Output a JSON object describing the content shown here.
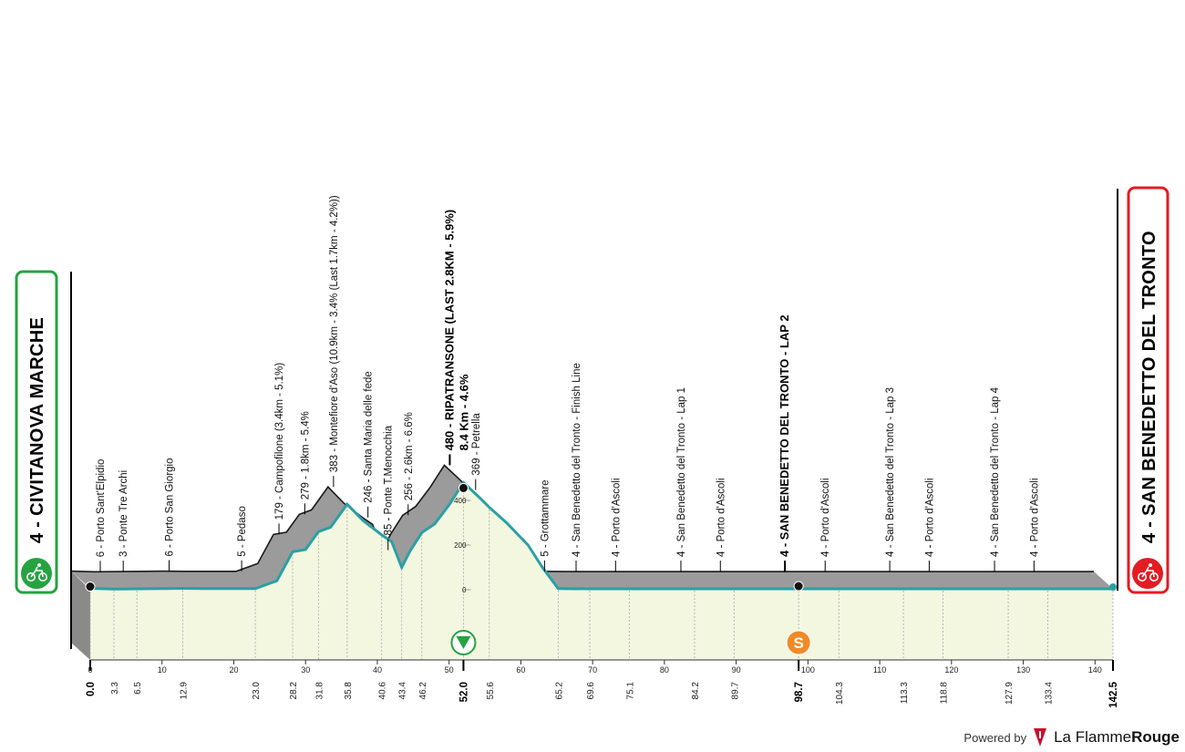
{
  "start": {
    "label": "4 - CIVITANOVA MARCHE",
    "color": "#26a241"
  },
  "finish": {
    "label": "4 - SAN BENEDETTO DEL TRONTO",
    "color": "#e31b23"
  },
  "footer": {
    "powered_by": "Powered by",
    "brand_light": "La Flamme",
    "brand_bold": "Rouge"
  },
  "chart_data": {
    "type": "area",
    "xlim": [
      0,
      142.5
    ],
    "x_ticks": [
      0,
      10,
      20,
      30,
      40,
      50,
      60,
      70,
      80,
      90,
      100,
      110,
      120,
      130,
      140
    ],
    "altitude_ticks": [
      0,
      200,
      400
    ],
    "ylim": [
      -60,
      560
    ],
    "colors": {
      "profile_fill": "#f3f7e0",
      "profile_line": "#2aa0a4",
      "side_fill": "#9b9b9b",
      "sprint": "#f08a28",
      "kom": "#26a241"
    },
    "profile": [
      [
        0,
        6
      ],
      [
        3.3,
        3
      ],
      [
        6.5,
        4
      ],
      [
        10,
        5
      ],
      [
        12.9,
        6
      ],
      [
        16,
        5
      ],
      [
        20,
        5
      ],
      [
        23,
        5
      ],
      [
        26,
        40
      ],
      [
        28.2,
        170
      ],
      [
        30,
        180
      ],
      [
        31.8,
        260
      ],
      [
        33.5,
        280
      ],
      [
        35.8,
        383
      ],
      [
        38,
        310
      ],
      [
        40.6,
        246
      ],
      [
        42,
        215
      ],
      [
        43.4,
        100
      ],
      [
        44.5,
        170
      ],
      [
        46.2,
        256
      ],
      [
        48,
        295
      ],
      [
        50,
        380
      ],
      [
        52,
        480
      ],
      [
        54,
        420
      ],
      [
        55.6,
        369
      ],
      [
        58,
        300
      ],
      [
        61,
        200
      ],
      [
        63,
        100
      ],
      [
        65.2,
        5
      ],
      [
        69.6,
        4
      ],
      [
        75.1,
        4
      ],
      [
        80,
        4
      ],
      [
        84.2,
        4
      ],
      [
        89.7,
        4
      ],
      [
        95,
        4
      ],
      [
        98.7,
        4
      ],
      [
        104.3,
        4
      ],
      [
        110,
        4
      ],
      [
        113.3,
        4
      ],
      [
        118.8,
        4
      ],
      [
        124,
        4
      ],
      [
        127.9,
        4
      ],
      [
        133.4,
        4
      ],
      [
        138,
        4
      ],
      [
        142.5,
        4
      ]
    ],
    "km_labels": [
      "0.0",
      "3.3",
      "6.5",
      "12.9",
      "23.0",
      "28.2",
      "31.8",
      "35.8",
      "40.6",
      "43.4",
      "46.2",
      "52.0",
      "55.6",
      "65.2",
      "69.6",
      "75.1",
      "84.2",
      "89.7",
      "98.7",
      "104.3",
      "113.3",
      "118.8",
      "127.9",
      "133.4",
      "142.5"
    ],
    "points": [
      {
        "km": 3.3,
        "label": "6 - Porto Sant'Elpidio"
      },
      {
        "km": 6.5,
        "label": "3 - Ponte Tre Archi"
      },
      {
        "km": 12.9,
        "label": "6 - Porto San Giorgio"
      },
      {
        "km": 23.0,
        "label": "5 - Pedaso"
      },
      {
        "km": 28.2,
        "label": "179 - Campofilone (3.4km - 5.1%)"
      },
      {
        "km": 31.8,
        "label": "279 - 1.8km - 5.4%"
      },
      {
        "km": 35.8,
        "label": "383 - Montefiore d'Aso (10.9km - 3.4% (Last 1.7km - 4.2%))"
      },
      {
        "km": 40.6,
        "label": "246 - Santa Maria delle fede"
      },
      {
        "km": 43.4,
        "label": "85 - Ponte T.Menocchia"
      },
      {
        "km": 46.2,
        "label": "256 - 2.6km - 6.6%"
      },
      {
        "km": 52.0,
        "label": "480 - RIPATRANSONE (LAST 2.8KM - 5.9%)",
        "bold": true,
        "extra": "8.4 Km - 4.6%"
      },
      {
        "km": 55.6,
        "label": "369 - Petrella"
      },
      {
        "km": 65.2,
        "label": "5 - Grottammare"
      },
      {
        "km": 69.6,
        "label": "4 - San Benedetto del Tronto - Finish Line"
      },
      {
        "km": 75.1,
        "label": "4 - Porto d'Ascoli"
      },
      {
        "km": 84.2,
        "label": "4 - San Benedetto del Tronto - Lap 1"
      },
      {
        "km": 89.7,
        "label": "4 - Porto d'Ascoli"
      },
      {
        "km": 98.7,
        "label": "4 - SAN BENEDETTO DEL TRONTO - LAP 2",
        "bold": true
      },
      {
        "km": 104.3,
        "label": "4 - Porto d'Ascoli"
      },
      {
        "km": 113.3,
        "label": "4 - San Benedetto del Tronto - Lap 3"
      },
      {
        "km": 118.8,
        "label": "4 - Porto d'Ascoli"
      },
      {
        "km": 127.9,
        "label": "4 - San Benedetto del Tronto - Lap 4"
      },
      {
        "km": 133.4,
        "label": "4 - Porto d'Ascoli"
      }
    ],
    "kom": {
      "km": 52.0,
      "symbol": ""
    },
    "sprint": {
      "km": 98.7,
      "symbol": "S"
    }
  }
}
